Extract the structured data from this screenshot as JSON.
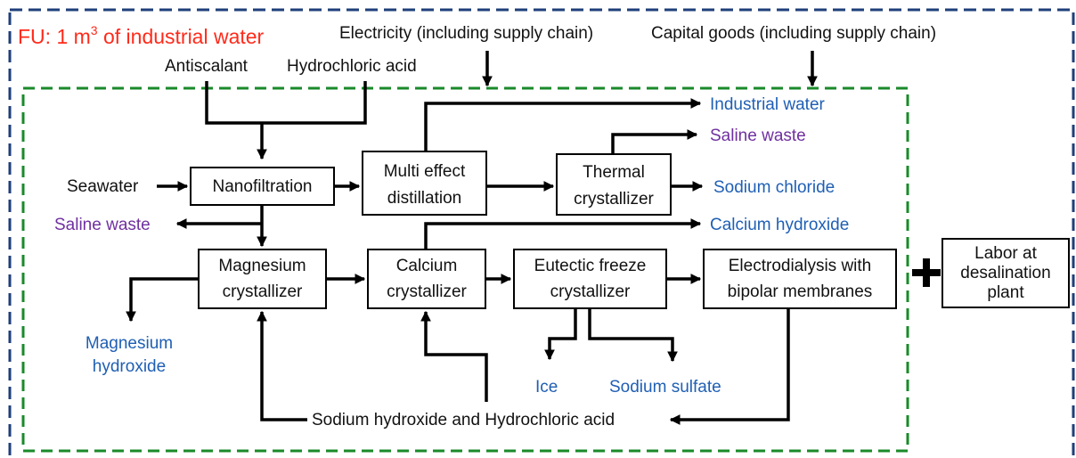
{
  "functional_unit": {
    "prefix": "FU: 1 m",
    "superscript": "3",
    "suffix": " of industrial water"
  },
  "inputs": {
    "electricity": "Electricity (including supply chain)",
    "capital_goods": "Capital goods (including supply chain)",
    "antiscalant": "Antiscalant",
    "hydrochloric_acid": "Hydrochloric acid",
    "seawater": "Seawater",
    "naoh_hcl": "Sodium hydroxide and Hydrochloric acid"
  },
  "processes": {
    "nanofiltration": [
      "Nanofiltration"
    ],
    "med": [
      "Multi effect",
      "distillation"
    ],
    "thermal": [
      "Thermal",
      "crystallizer"
    ],
    "magnesium": [
      "Magnesium",
      "crystallizer"
    ],
    "calcium": [
      "Calcium",
      "crystallizer"
    ],
    "eutectic": [
      "Eutectic freeze",
      "crystallizer"
    ],
    "edbm": [
      "Electrodialysis with",
      "bipolar membranes"
    ],
    "labor": [
      "Labor at",
      "desalination",
      "plant"
    ]
  },
  "outputs": {
    "industrial_water": "Industrial water",
    "saline_waste_thermal": "Saline waste",
    "sodium_chloride": "Sodium chloride",
    "calcium_hydroxide": "Calcium hydroxide",
    "saline_waste_nf": "Saline waste",
    "magnesium_hydroxide": [
      "Magnesium",
      "hydroxide"
    ],
    "ice": "Ice",
    "sodium_sulfate": "Sodium sulfate"
  },
  "plus_sign": "+",
  "colors": {
    "outer_border": "#1f3f7a",
    "inner_border": "#1a8a2a",
    "output_blue": "#1f5fb4",
    "waste_purple": "#7030a0",
    "fu_red": "#ff2a1a"
  }
}
